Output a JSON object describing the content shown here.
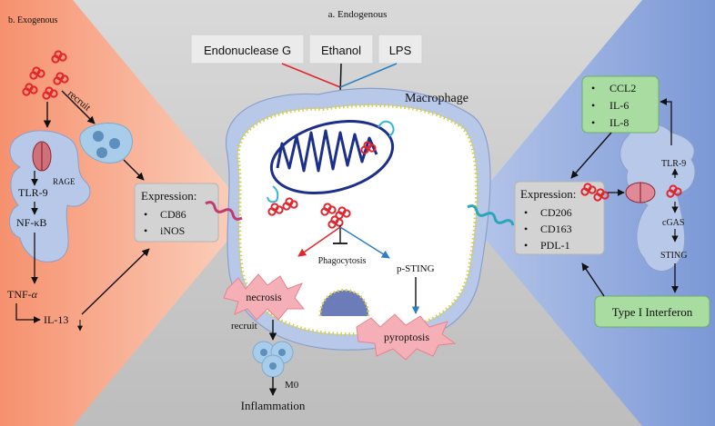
{
  "panels": {
    "endogenous_title": "a. Endogenous",
    "exogenous_title": "b. Exogenous"
  },
  "stimuli": [
    "Endonuclease G",
    "Ethanol",
    "LPS"
  ],
  "macrophage": {
    "label": "Macrophage",
    "phagocytosis": "Phagocytosis",
    "p_sting": "p-STING",
    "necrosis": "necrosis",
    "pyroptosis": "pyroptosis",
    "recruit": "recruit",
    "m0": "M0",
    "inflammation": "Inflammation"
  },
  "left": {
    "recruit": "recruit",
    "rage": "RAGE",
    "tlr9": "TLR-9",
    "nfkb": "NF-κB",
    "tnf_prefix": "TNF-",
    "tnf_alpha": "α",
    "il13": "IL-13",
    "expression_title": "Expression:",
    "expression_items": [
      "CD86",
      "iNOS"
    ]
  },
  "right": {
    "cytokines": [
      "CCL2",
      "IL-6",
      "IL-8"
    ],
    "expression_title": "Expression:",
    "expression_items": [
      "CD206",
      "CD163",
      "PDL-1"
    ],
    "tlr9": "TLR-9",
    "cgas": "cGAS",
    "sting": "STING",
    "interferon": "Type I Interferon"
  },
  "colors": {
    "left_panel": "#f5a07f",
    "right_panel": "#8ea8de",
    "center_bg": "#c8c8c8",
    "dna_red": "#e3242b",
    "cell_fill": "#b8c8e8",
    "green_box": "#a8dca0",
    "starburst": "#f4b0b6"
  }
}
